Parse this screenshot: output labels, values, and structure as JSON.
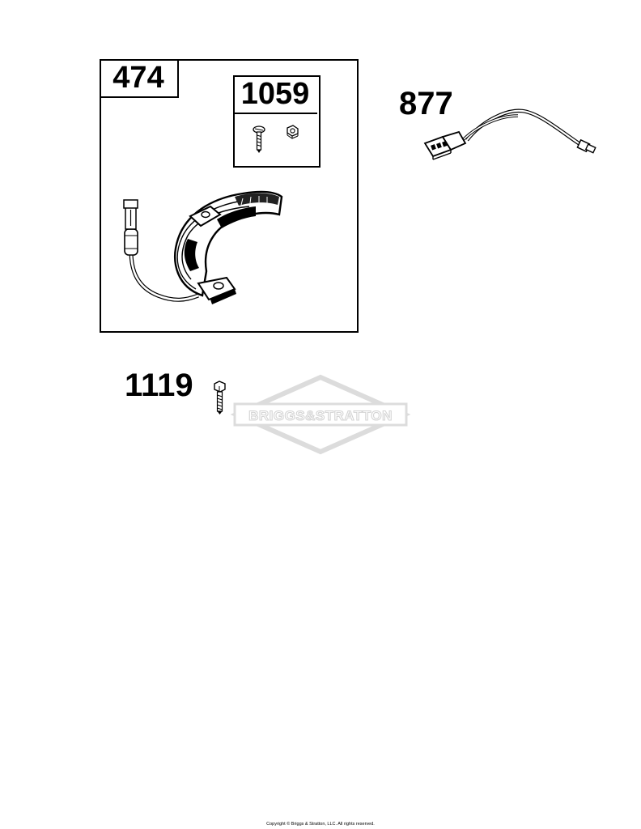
{
  "parts": [
    {
      "id": "474",
      "label": "474",
      "name": "alternator / charging coil"
    },
    {
      "id": "1059",
      "label": "1059",
      "name": "screw and nut kit"
    },
    {
      "id": "877",
      "label": "877",
      "name": "wiring harness"
    },
    {
      "id": "1119",
      "label": "1119",
      "name": "screw"
    }
  ],
  "watermark": {
    "text": "BRIGGS&STRATTON"
  },
  "footer": {
    "copyright": "Copyright © Briggs & Stratton, LLC. All rights reserved."
  },
  "colors": {
    "line": "#000000",
    "watermark": "#d9d9d9",
    "background": "#ffffff"
  }
}
